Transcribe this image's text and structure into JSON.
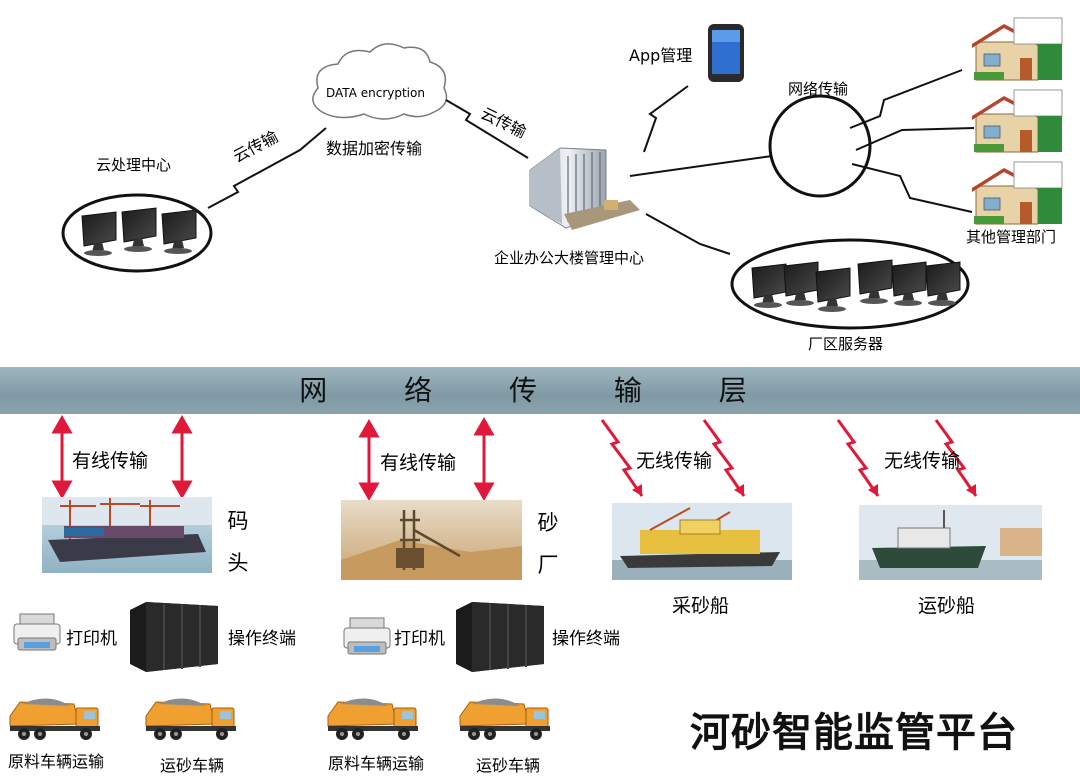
{
  "cloud_layer": {
    "cloud_text": "DATA encryption",
    "encryption_label": "数据加密传输",
    "cloud_center_label": "云处理中心",
    "cloud_link_left": "云传输",
    "cloud_link_right": "云传输",
    "app_label": "App管理",
    "network_label": "网络传输",
    "office_label": "企业办公大楼管理中心",
    "other_depts_label": "其他管理部门",
    "factory_servers_label": "厂区服务器"
  },
  "network_layer": {
    "label": "网 络 传 输 层"
  },
  "sites": {
    "wired_label_1": "有线传输",
    "wired_label_2": "有线传输",
    "wireless_label_1": "无线传输",
    "wireless_label_2": "无线传输",
    "dock_char_1": "码",
    "dock_char_2": "头",
    "sand_char_1": "砂",
    "sand_char_2": "厂",
    "dredger_label": "采砂船",
    "transport_ship_label": "运砂船"
  },
  "equipment": {
    "printer_label_1": "打印机",
    "terminal_label_1": "操作终端",
    "printer_label_2": "打印机",
    "terminal_label_2": "操作终端",
    "raw_truck_label_1": "原料车辆运输",
    "sand_truck_label_1": "运砂车辆",
    "raw_truck_label_2": "原料车辆运输",
    "sand_truck_label_2": "运砂车辆"
  },
  "platform_title": "河砂智能监管平台",
  "colors": {
    "band": "#8aa3ad",
    "wired_arrow": "#e0193a",
    "lightning": "#e0193a",
    "truck_body": "#f0a030",
    "line": "#000000"
  },
  "icons": [
    "monitor-icon",
    "cloud-icon",
    "phone-icon",
    "building-icon",
    "house-icon",
    "printer-icon",
    "server-rack-icon",
    "dump-truck-icon",
    "ship-icon",
    "crane-icon",
    "lightning-icon"
  ]
}
